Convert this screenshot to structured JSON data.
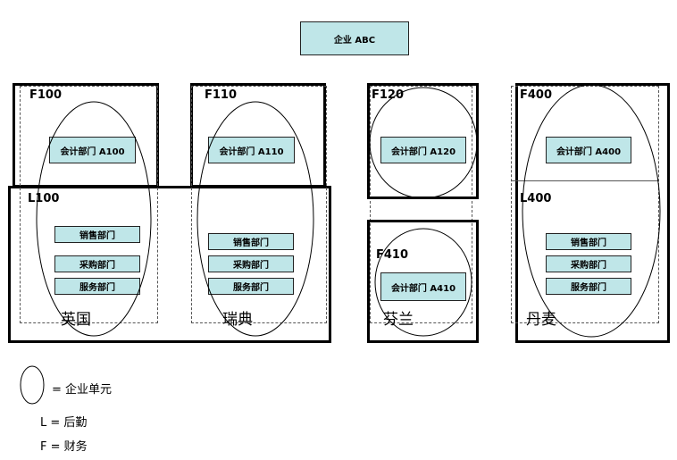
{
  "top": {
    "company": "企业 ABC"
  },
  "units": [
    {
      "code": "F100",
      "dept": "会计部门  A100"
    },
    {
      "code": "F110",
      "dept": "会计部门 A110"
    },
    {
      "code": "F120",
      "dept": "会计部门 A120"
    },
    {
      "code": "F400",
      "dept": "会计部门 A400"
    },
    {
      "code": "F410",
      "dept": "会计部门 A410"
    }
  ],
  "logistics": {
    "l100": {
      "code": "L100",
      "depts": [
        "销售部门",
        "采购部门",
        "服务部门"
      ]
    },
    "l400": {
      "code": "L400",
      "depts": [
        "销售部门",
        "采购部门",
        "服务部门"
      ]
    },
    "sweden_depts": [
      "销售部门",
      "采购部门",
      "服务部门"
    ]
  },
  "countries": [
    "英国",
    "瑞典",
    "芬兰",
    "丹麦"
  ],
  "legend": {
    "ellipse": "= 企业单元",
    "l": "L = 后勤",
    "f": "F = 财务"
  }
}
